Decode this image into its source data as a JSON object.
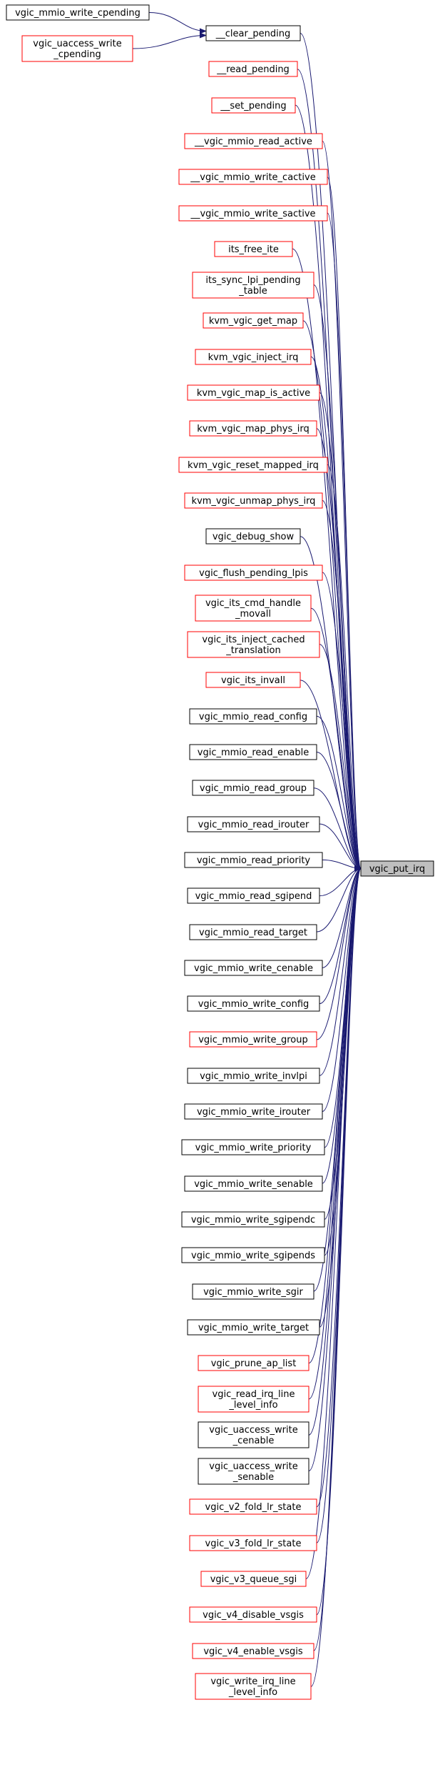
{
  "colors": {
    "edge": "#191970",
    "red_border": "#ff0000",
    "black_border": "#000000",
    "target_fill": "#bfbfbf"
  },
  "target": {
    "label": "vgic_put_irq"
  },
  "clear_pending_callers": [
    {
      "lines": [
        "vgic_mmio_write_cpending"
      ],
      "border": "black"
    },
    {
      "lines": [
        "vgic_uaccess_write",
        "_cpending"
      ],
      "border": "red"
    }
  ],
  "callers": [
    {
      "lines": [
        "__clear_pending"
      ],
      "border": "black"
    },
    {
      "lines": [
        "__read_pending"
      ],
      "border": "red"
    },
    {
      "lines": [
        "__set_pending"
      ],
      "border": "red"
    },
    {
      "lines": [
        "__vgic_mmio_read_active"
      ],
      "border": "red"
    },
    {
      "lines": [
        "__vgic_mmio_write_cactive"
      ],
      "border": "red"
    },
    {
      "lines": [
        "__vgic_mmio_write_sactive"
      ],
      "border": "red"
    },
    {
      "lines": [
        "its_free_ite"
      ],
      "border": "red"
    },
    {
      "lines": [
        "its_sync_lpi_pending",
        "_table"
      ],
      "border": "red"
    },
    {
      "lines": [
        "kvm_vgic_get_map"
      ],
      "border": "red"
    },
    {
      "lines": [
        "kvm_vgic_inject_irq"
      ],
      "border": "red"
    },
    {
      "lines": [
        "kvm_vgic_map_is_active"
      ],
      "border": "red"
    },
    {
      "lines": [
        "kvm_vgic_map_phys_irq"
      ],
      "border": "red"
    },
    {
      "lines": [
        "kvm_vgic_reset_mapped_irq"
      ],
      "border": "red"
    },
    {
      "lines": [
        "kvm_vgic_unmap_phys_irq"
      ],
      "border": "red"
    },
    {
      "lines": [
        "vgic_debug_show"
      ],
      "border": "black"
    },
    {
      "lines": [
        "vgic_flush_pending_lpis"
      ],
      "border": "red"
    },
    {
      "lines": [
        "vgic_its_cmd_handle",
        "_movall"
      ],
      "border": "red"
    },
    {
      "lines": [
        "vgic_its_inject_cached",
        "_translation"
      ],
      "border": "red"
    },
    {
      "lines": [
        "vgic_its_invall"
      ],
      "border": "red"
    },
    {
      "lines": [
        "vgic_mmio_read_config"
      ],
      "border": "black"
    },
    {
      "lines": [
        "vgic_mmio_read_enable"
      ],
      "border": "black"
    },
    {
      "lines": [
        "vgic_mmio_read_group"
      ],
      "border": "black"
    },
    {
      "lines": [
        "vgic_mmio_read_irouter"
      ],
      "border": "black"
    },
    {
      "lines": [
        "vgic_mmio_read_priority"
      ],
      "border": "black"
    },
    {
      "lines": [
        "vgic_mmio_read_sgipend"
      ],
      "border": "black"
    },
    {
      "lines": [
        "vgic_mmio_read_target"
      ],
      "border": "black"
    },
    {
      "lines": [
        "vgic_mmio_write_cenable"
      ],
      "border": "black"
    },
    {
      "lines": [
        "vgic_mmio_write_config"
      ],
      "border": "black"
    },
    {
      "lines": [
        "vgic_mmio_write_group"
      ],
      "border": "red"
    },
    {
      "lines": [
        "vgic_mmio_write_invlpi"
      ],
      "border": "black"
    },
    {
      "lines": [
        "vgic_mmio_write_irouter"
      ],
      "border": "black"
    },
    {
      "lines": [
        "vgic_mmio_write_priority"
      ],
      "border": "black"
    },
    {
      "lines": [
        "vgic_mmio_write_senable"
      ],
      "border": "black"
    },
    {
      "lines": [
        "vgic_mmio_write_sgipendc"
      ],
      "border": "black"
    },
    {
      "lines": [
        "vgic_mmio_write_sgipends"
      ],
      "border": "black"
    },
    {
      "lines": [
        "vgic_mmio_write_sgir"
      ],
      "border": "black"
    },
    {
      "lines": [
        "vgic_mmio_write_target"
      ],
      "border": "black"
    },
    {
      "lines": [
        "vgic_prune_ap_list"
      ],
      "border": "red"
    },
    {
      "lines": [
        "vgic_read_irq_line",
        "_level_info"
      ],
      "border": "red"
    },
    {
      "lines": [
        "vgic_uaccess_write",
        "_cenable"
      ],
      "border": "black"
    },
    {
      "lines": [
        "vgic_uaccess_write",
        "_senable"
      ],
      "border": "black"
    },
    {
      "lines": [
        "vgic_v2_fold_lr_state"
      ],
      "border": "red"
    },
    {
      "lines": [
        "vgic_v3_fold_lr_state"
      ],
      "border": "red"
    },
    {
      "lines": [
        "vgic_v3_queue_sgi"
      ],
      "border": "red"
    },
    {
      "lines": [
        "vgic_v4_disable_vsgis"
      ],
      "border": "red"
    },
    {
      "lines": [
        "vgic_v4_enable_vsgis"
      ],
      "border": "red"
    },
    {
      "lines": [
        "vgic_write_irq_line",
        "_level_info"
      ],
      "border": "red"
    }
  ]
}
